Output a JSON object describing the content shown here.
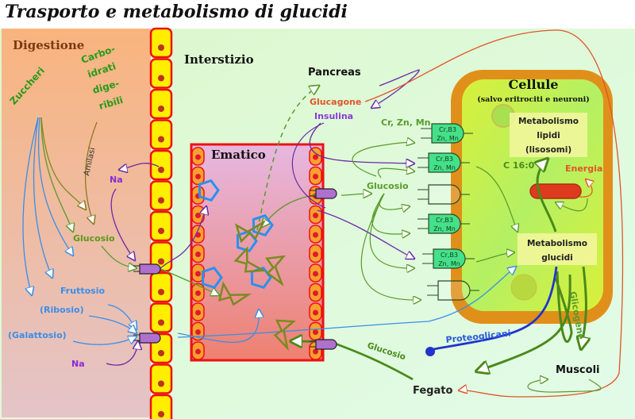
{
  "title": "Trasporto e metabolismo di glucidi",
  "regions": {
    "digestione": "Digestione",
    "interstizio": "Interstizio",
    "ematico": "Ematico",
    "cellule_title": "Cellule",
    "cellule_subtitle": "(salvo eritrociti e neuroni)"
  },
  "digestion_labels": {
    "zuccheri": "Zuccheri",
    "carbo": [
      "Carbo-",
      "idrati",
      "dige-",
      "ribili"
    ],
    "amilasi": "Amilasi",
    "na_top": "Na",
    "glucosio": "Glucosio",
    "fruttosio": "Fruttosio",
    "ribosio": "(Ribosio)",
    "galattosio": "(Galattosio)",
    "na_bottom": "Na"
  },
  "hormones": {
    "pancreas": "Pancreas",
    "glucagone": "Glucagone",
    "insulina": "Insulina"
  },
  "transport": {
    "cofactors": "Cr, Zn, Mn",
    "glucosio_inter": "Glucosio",
    "transporter_line1": "Cr,B3",
    "transporter_line2": "Zn, Mn"
  },
  "cell": {
    "metab_lipidi": [
      "Metabolismo",
      "lipidi",
      "(lisosomi)"
    ],
    "c16": "C 16:0",
    "energia": "Energia",
    "metab_glucidi": [
      "Metabolismo",
      "glucidi"
    ]
  },
  "organs": {
    "glicogene": "Glicogene",
    "muscoli": "Muscoli",
    "fegato": "Fegato",
    "glucosio_liver": "Glucosio",
    "proteoglicani": "Proteoglicani"
  },
  "colors": {
    "green": "#5a9a2a",
    "blue": "#3a8ee8",
    "purple": "#7a2aa8",
    "orange_red": "#e0552a",
    "dark_blue": "#2233cc",
    "cell_wall": "#e0901a",
    "red": "#ee1111"
  }
}
